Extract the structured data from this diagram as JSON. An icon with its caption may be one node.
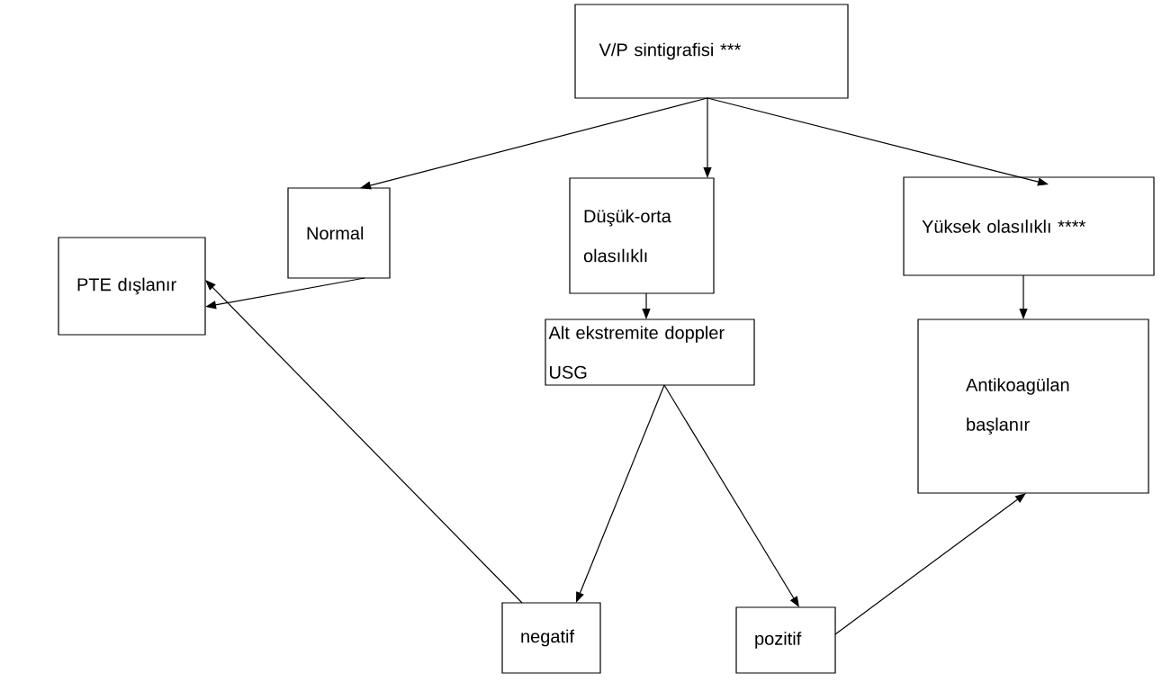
{
  "diagram": {
    "nodes": [
      {
        "text": [
          "V/P sintigrafisi ***"
        ]
      },
      {
        "text": [
          "Normal"
        ]
      },
      {
        "text": [
          "Düşük-orta olasılıklı"
        ]
      },
      {
        "text": [
          "Yüksek olasılıklı ****"
        ]
      },
      {
        "text": [
          "PTE dışlanır"
        ]
      },
      {
        "text": [
          "Alt ekstremite doppler USG"
        ]
      },
      {
        "text": [
          "Antikoagülan başlanır"
        ]
      },
      {
        "text": [
          "negatif"
        ]
      },
      {
        "text": [
          "pozitif"
        ]
      }
    ],
    "edges": [
      {
        "from": 0,
        "to": 1,
        "arrow": "to"
      },
      {
        "from": 0,
        "to": 2,
        "arrow": "to"
      },
      {
        "from": 0,
        "to": 3,
        "arrow": "to"
      },
      {
        "from": 1,
        "to": 4,
        "arrow": "to"
      },
      {
        "from": 3,
        "to": 6,
        "arrow": "to"
      },
      {
        "from": 2,
        "to": 5,
        "arrow": "to"
      },
      {
        "from": 5,
        "to": 7,
        "arrow": "to"
      },
      {
        "from": 5,
        "to": 8,
        "arrow": "to"
      },
      {
        "from": 7,
        "to": 4,
        "arrow": "to"
      },
      {
        "from": 8,
        "to": 6,
        "arrow": "to"
      }
    ]
  }
}
